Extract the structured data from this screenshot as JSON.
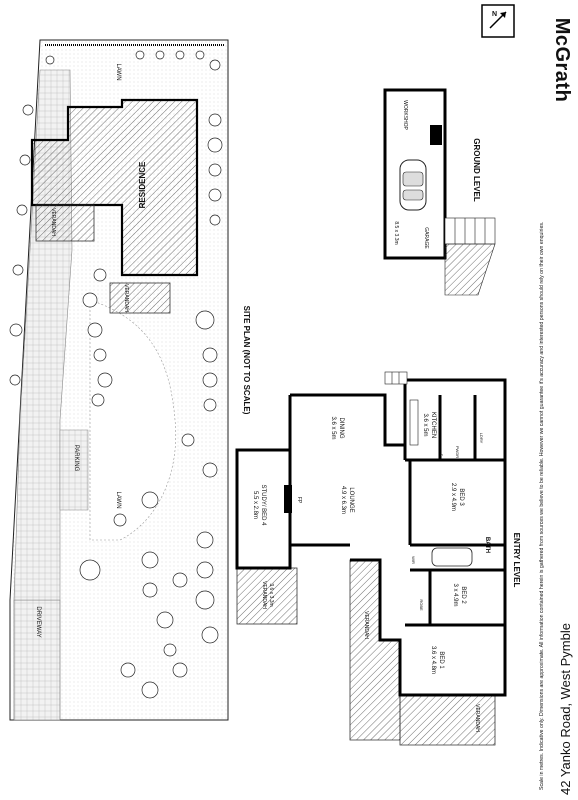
{
  "header": {
    "brand": "McGrath",
    "address": "42 Yanko Road, West Pymble",
    "disclaimer": "Scale in metres. Indicative only. Dimensions are approximate. All information contained herein is gathered from sources we believe to be reliable. However we cannot guarantee it's accuracy and interested persons should rely on their own enquiries."
  },
  "site_plan": {
    "title": "SITE PLAN (NOT TO SCALE)",
    "labels": {
      "residence": "RESIDENCE",
      "lawn_top": "LAWN",
      "lawn_mid": "LAWN",
      "parking": "PARKING",
      "driveway": "DRIVEWAY",
      "verandah_1": "VERANDAH",
      "verandah_2": "VERANDAH"
    }
  },
  "ground_level": {
    "title": "GROUND LEVEL",
    "workshop": "WORKSHOP",
    "garage": "GARAGE",
    "garage_dims": "8.5 x 3.3m"
  },
  "entry_level": {
    "title": "ENTRY LEVEL",
    "rooms": {
      "dining": {
        "name": "DINING",
        "dims": "3.6 x 5m"
      },
      "kitchen": {
        "name": "KITCHEN",
        "dims": "3.6 x 5m"
      },
      "lounge": {
        "name": "LOUNGE",
        "dims": "4.9 x 6.3m"
      },
      "study": {
        "name": "STUDY/ BED 4",
        "dims": "5.5 x 2.8m"
      },
      "bed3": {
        "name": "BED 3",
        "dims": "2.9 x 4.9m"
      },
      "bed2": {
        "name": "BED 2",
        "dims": "3 x 4.9m"
      },
      "bed1": {
        "name": "BED 1",
        "dims": "3.6 x 4.8m"
      },
      "verandah_a": {
        "name": "VERANDAH",
        "dims": "3.6 x 3.3m"
      },
      "verandah_b": {
        "name": "VERANDAH"
      },
      "verandah_c": {
        "name": "VERANDAH"
      }
    },
    "small_labels": {
      "fp": "FP",
      "ldry": "LDRY",
      "pwdr": "PWDR",
      "bath": "BATH",
      "robe": "ROBE",
      "wir": "WIR",
      "f": "F"
    }
  }
}
